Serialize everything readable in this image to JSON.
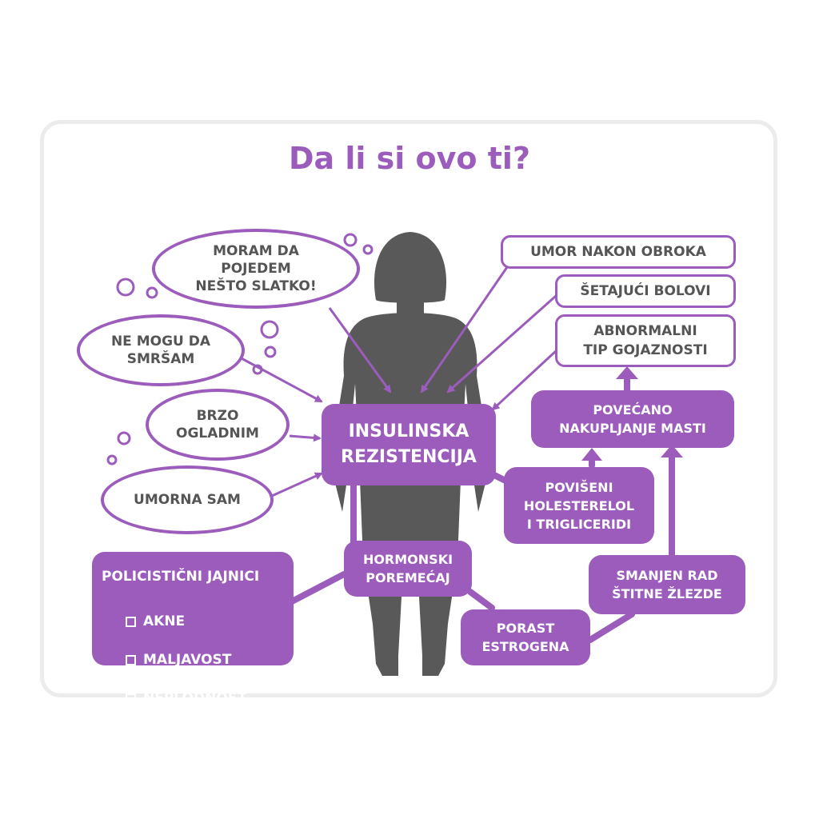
{
  "title": "Da li si ovo ti?",
  "colors": {
    "accent": "#9b5cbc",
    "silhouette": "#595959",
    "text": "#555555"
  },
  "thoughts": [
    "MORAM DA\nPOJEDEM\nNEŠTO SLATKO!",
    "NE MOGU DA\nSMRŠAM",
    "BRZO\nOGLADNIM",
    "UMORNA SAM"
  ],
  "symptoms": [
    "UMOR NAKON OBROKA",
    "ŠETAJUĆI BOLOVI",
    "ABNORMALNI\nTIP GOJAZNOSTI"
  ],
  "center": "INSULINSKA\nREZISTENCIJA",
  "effects": {
    "fat": "POVEĆANO\nNAKUPLJANJE MASTI",
    "cholesterol": "POVIŠENI\nHOLESTERELOL\nI TRIGLICERIDI",
    "hormonal": "HORMONSKI\nPOREMEĆAJ",
    "thyroid": "SMANJEN RAD\nŠTITNE ŽLEZDE",
    "estrogen": "PORAST\nESTROGENA"
  },
  "pcos": {
    "title": "POLICISTIČNI JAJNICI",
    "items": [
      "AKNE",
      "MALJAVOST",
      "NEPLODNOST"
    ]
  }
}
